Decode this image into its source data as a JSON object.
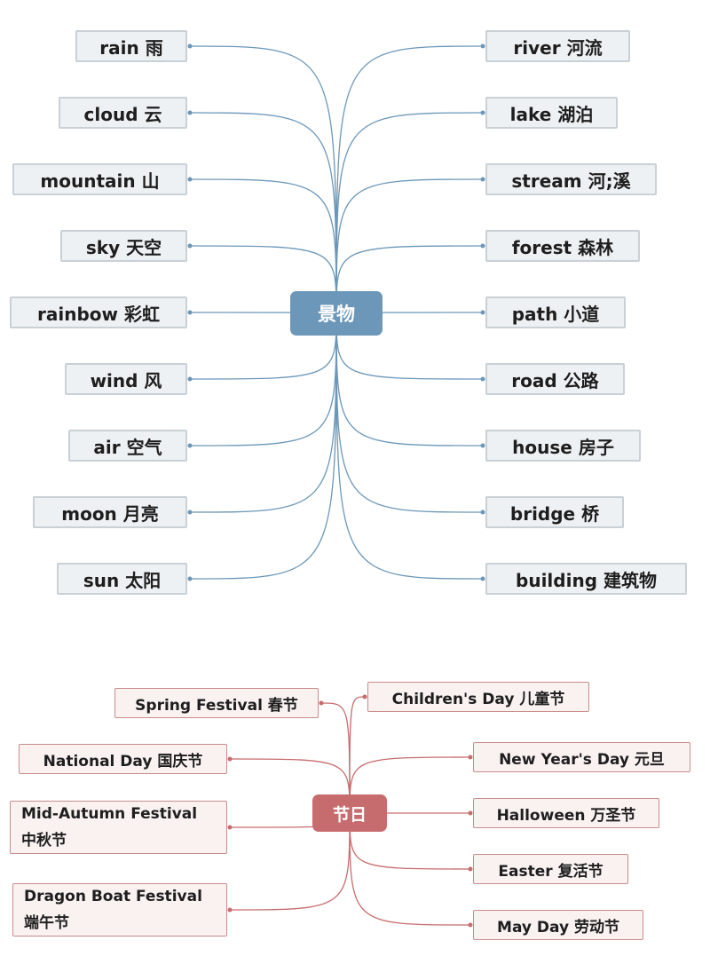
{
  "scenery": {
    "hub": "景物",
    "line_color": "#6c97b8",
    "left": [
      "rain  雨",
      "cloud  云",
      "mountain  山",
      "sky  天空",
      "rainbow  彩虹",
      "wind  风",
      "air  空气",
      "moon  月亮",
      "sun  太阳"
    ],
    "right": [
      "river   河流",
      "lake  湖泊",
      "stream  河;溪",
      "forest  森林",
      "path  小道",
      "road  公路",
      "house  房子",
      "bridge  桥",
      "building  建筑物"
    ]
  },
  "festivals": {
    "hub": "节日",
    "line_color": "#c76c6e",
    "spring": "Spring Festival 春节",
    "national": "National Day  国庆节",
    "midautumn": {
      "line1": "Mid-Autumn Festival",
      "line2": "中秋节"
    },
    "dragonboat": {
      "line1": "Dragon Boat Festival",
      "line2": "端午节"
    },
    "children": "Children's Day  儿童节",
    "newyear": "New Year's Day   元旦",
    "halloween": "Halloween  万圣节",
    "easter": "Easter    复活节",
    "mayday": "May Day  劳动节"
  }
}
